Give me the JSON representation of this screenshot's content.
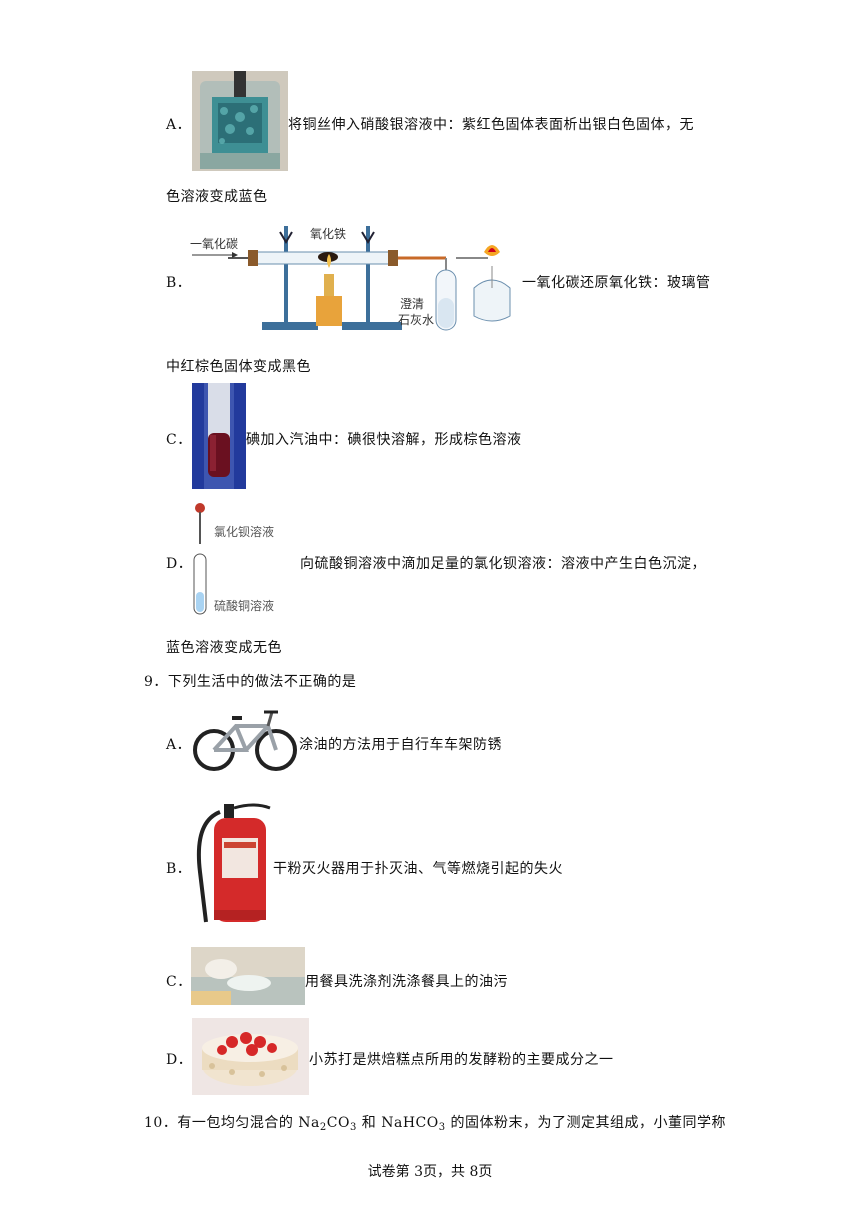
{
  "q8": {
    "A": {
      "label": "A．",
      "line1": "将铜丝伸入硝酸银溶液中：紫红色固体表面析出银白色固体，无",
      "line2": "色溶液变成蓝色"
    },
    "B": {
      "label": "B．",
      "line1": "一氧化碳还原氧化铁：玻璃管",
      "line2": "中红棕色固体变成黑色",
      "diagram": {
        "co_label": "一氧化碳",
        "fe2o3_label": "氧化铁",
        "limewater_label1": "澄清",
        "limewater_label2": "石灰水"
      }
    },
    "C": {
      "label": "C．",
      "line1": "碘加入汽油中：碘很快溶解，形成棕色溶液"
    },
    "D": {
      "label": "D．",
      "line1": "向硫酸铜溶液中滴加足量的氯化钡溶液：溶液中产生白色沉淀，",
      "line2": "蓝色溶液变成无色",
      "diagram": {
        "dropper_label": "氯化钡溶液",
        "tube_label": "硫酸铜溶液"
      }
    }
  },
  "q9": {
    "stem": "9．下列生活中的做法不正确的是",
    "A": {
      "label": "A．",
      "text": "涂油的方法用于自行车车架防锈"
    },
    "B": {
      "label": "B．",
      "text": "干粉灭火器用于扑灭油、气等燃烧引起的失火"
    },
    "C": {
      "label": "C．",
      "text": "用餐具洗涤剂洗涤餐具上的油污"
    },
    "D": {
      "label": "D．",
      "text": "小苏打是烘焙糕点所用的发酵粉的主要成分之一"
    }
  },
  "q10": {
    "prefix": "10．有一包均匀混合的 Na",
    "sub1": "2",
    "mid1": "CO",
    "sub2": "3",
    "mid2": " 和 NaHCO",
    "sub3": "3",
    "suffix": " 的固体粉末，为了测定其组成，小董同学称"
  },
  "footer": "试卷第 3页，共 8页"
}
